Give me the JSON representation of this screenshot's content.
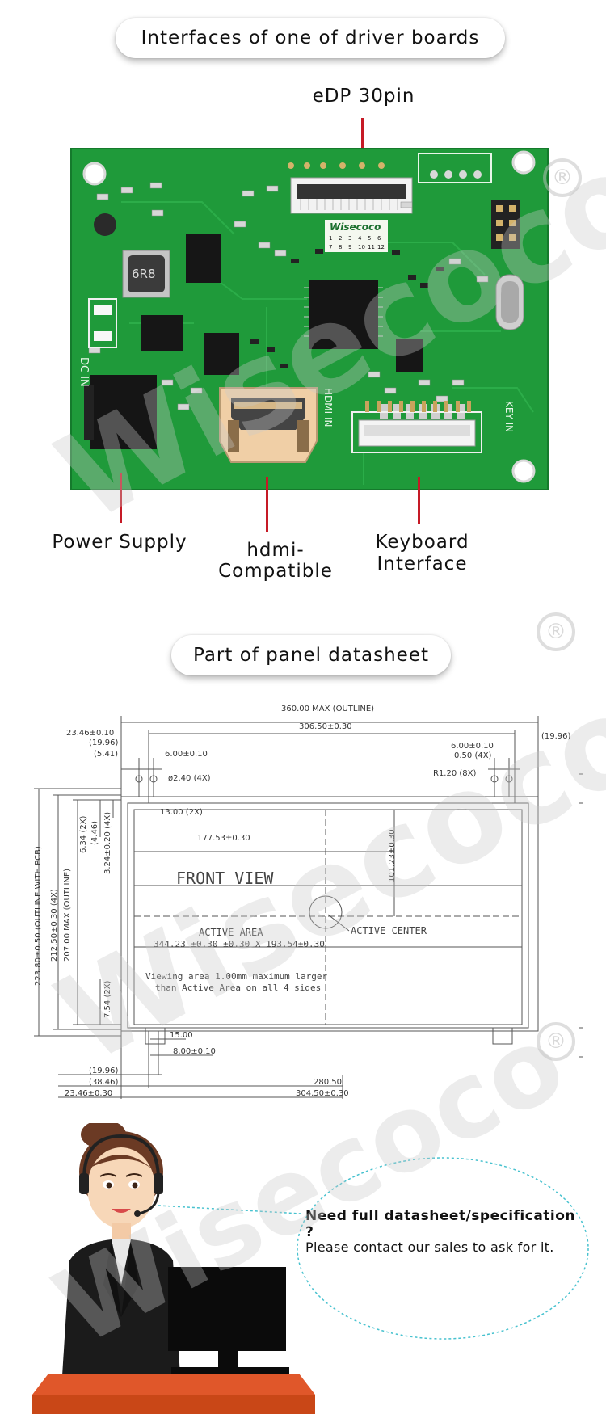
{
  "section1": {
    "title": "Interfaces of one of driver boards",
    "callouts": {
      "edp": "eDP 30pin",
      "power": "Power Supply",
      "hdmi": "hdmi-Compatible",
      "keyboard_line1": "Keyboard",
      "keyboard_line2": "Interface"
    },
    "board_silk": {
      "chip_inductor": "6R8",
      "hdmi_in": "HDMI IN",
      "key_in": "KEY IN",
      "dc_in": "DC IN",
      "brand": "Wisecoco",
      "grid_row1": [
        "1",
        "2",
        "3",
        "4",
        "5",
        "6"
      ],
      "grid_row2": [
        "7",
        "8",
        "9",
        "10",
        "11",
        "12"
      ]
    }
  },
  "section2": {
    "title": "Part of panel datasheet",
    "drawing": {
      "top_outline": "360.00 MAX (OUTLINE)",
      "top_inner": "306.50±0.30",
      "left_offset": "23.46±0.10",
      "left_1996": "(19.96)",
      "left_541": "(5.41)",
      "hole_spacing_left": "6.00±0.10",
      "hole_dia": "ø2.40 (4X)",
      "right_600": "6.00±0.10",
      "right_050": "0.50 (4X)",
      "right_1996": "(19.96)",
      "corner_radius": "R1.20 (8X)",
      "dim_1300": "13.00 (2X)",
      "dim_17753": "177.53±0.30",
      "dim_10123": "101.23±0.30",
      "front_view": "FRONT VIEW",
      "active_area": "ACTIVE AREA",
      "active_dims": "344.23 ±0.30 ±0.30 X 193.54±0.30",
      "active_center": "ACTIVE CENTER",
      "viewing_line1": "Viewing area 1.00mm maximum larger",
      "viewing_line2": "than Active Area on all 4 sides",
      "v_22380": "223.80±0.50 (OUTLINE WITH PCB)",
      "v_21250": "212.50±0.30 (4X)",
      "v_20700": "207.00 MAX (OUTLINE)",
      "v_634": "6.34 (2X)",
      "v_446": "(4.46)",
      "v_324": "3.24±0.20 (4X)",
      "v_754": "7.54 (2X)",
      "dim_1500": "15.00",
      "dim_800": "8.00±0.10",
      "bottom_1996": "(19.96)",
      "bottom_3846": "(38.46)",
      "bottom_2346": "23.46±0.30",
      "bottom_28050": "280.50",
      "bottom_30450": "304.50±0.30"
    }
  },
  "section3": {
    "contact_title": "Need full datasheet/specification ?",
    "contact_body": "Please contact our sales to ask for it."
  },
  "watermark": {
    "text": "Wisecoco",
    "registered": "®"
  },
  "colors": {
    "pcb_green": "#1f9a3a",
    "callout_red": "#c61a26",
    "desk_orange": "#e0572a",
    "bubble_cyan": "#48c2cf"
  }
}
